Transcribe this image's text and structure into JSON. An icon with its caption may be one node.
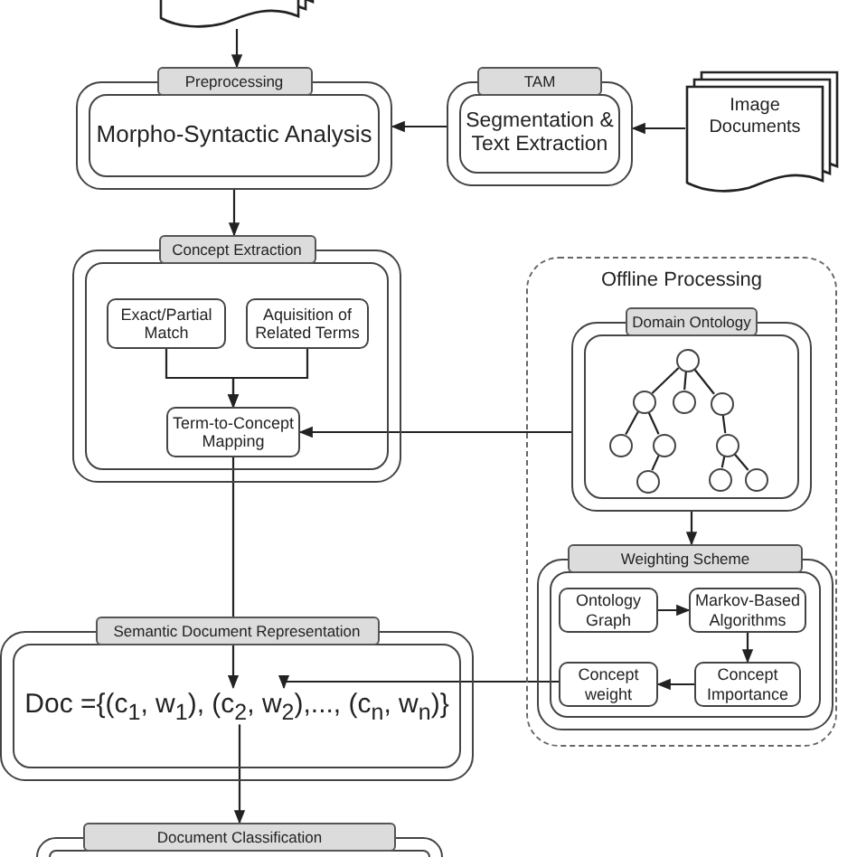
{
  "diagram": {
    "nodes": [
      {
        "text": [],
        "shape": "document"
      },
      {
        "text": [
          "Preprocessing",
          "Morpho-Syntactic Analysis"
        ]
      },
      {
        "text": [
          "TAM",
          "Segmentation & Text Extraction"
        ]
      },
      {
        "text": [
          "Image Documents"
        ]
      },
      {
        "text": [
          "Concept Extraction"
        ]
      },
      {
        "text": [
          "Exact/Partial Match"
        ],
        "in": 4
      },
      {
        "text": [
          "Aquisition of Related Terms"
        ],
        "in": 4
      },
      {
        "text": [
          "Term-to-Concept Mapping"
        ],
        "in": 4
      },
      {
        "text": [
          "Offline Processing"
        ]
      },
      {
        "text": [
          "Domain Ontology"
        ],
        "in": 8
      },
      {
        "text": [],
        "shape": "circle",
        "in": 9
      },
      {
        "text": [],
        "shape": "circle",
        "in": 9
      },
      {
        "text": [],
        "shape": "circle",
        "in": 9
      },
      {
        "text": [],
        "shape": "circle",
        "in": 9
      },
      {
        "text": [],
        "shape": "circle",
        "in": 9
      },
      {
        "text": [],
        "shape": "circle",
        "in": 9
      },
      {
        "text": [],
        "shape": "circle",
        "in": 9
      },
      {
        "text": [],
        "shape": "circle",
        "in": 9
      },
      {
        "text": [],
        "shape": "circle",
        "in": 9
      },
      {
        "text": [],
        "shape": "circle",
        "in": 9
      },
      {
        "text": [
          "Weighting Scheme"
        ],
        "in": 8
      },
      {
        "text": [
          "Ontology Graph"
        ],
        "in": 20
      },
      {
        "text": [
          "Markov-Based Algorithms"
        ],
        "in": 20
      },
      {
        "text": [
          "Concept weight"
        ],
        "in": 20
      },
      {
        "text": [
          "Concept Importance"
        ],
        "in": 20
      },
      {
        "text": [
          "Semantic Document Representation",
          "Doc ={(c$_{1}$, w$_{1}$), (c$_{2}$, w$_{2}$),..., (c$_{n}$, w$_{n}$)}"
        ]
      },
      {
        "text": [
          "Document Classification"
        ]
      }
    ],
    "edges": [
      {
        "from": 0,
        "to": 1,
        "arrow": "to"
      },
      {
        "from": 3,
        "to": 2,
        "arrow": "to"
      },
      {
        "from": 2,
        "to": 1,
        "arrow": "to"
      },
      {
        "from": 1,
        "to": 4,
        "arrow": "to"
      },
      {
        "from": 5,
        "to": 7,
        "arrow": "to"
      },
      {
        "from": 6,
        "to": 7,
        "arrow": "to"
      },
      {
        "from": 9,
        "to": 7,
        "arrow": "to"
      },
      {
        "from": 7,
        "to": 25,
        "arrow": "to"
      },
      {
        "from": 9,
        "to": 20,
        "arrow": "to"
      },
      {
        "from": 21,
        "to": 22,
        "arrow": "to"
      },
      {
        "from": 22,
        "to": 24,
        "arrow": "to"
      },
      {
        "from": 24,
        "to": 23,
        "arrow": "to"
      },
      {
        "from": 23,
        "to": 25,
        "arrow": "to"
      },
      {
        "from": 25,
        "to": 26,
        "arrow": "to"
      },
      {
        "from": 10,
        "to": 11,
        "arrow": "none"
      },
      {
        "from": 10,
        "to": 12,
        "arrow": "none"
      },
      {
        "from": 10,
        "to": 13,
        "arrow": "none"
      },
      {
        "from": 11,
        "to": 14,
        "arrow": "none"
      },
      {
        "from": 11,
        "to": 15,
        "arrow": "none"
      },
      {
        "from": 13,
        "to": 16,
        "arrow": "none"
      },
      {
        "from": 15,
        "to": 17,
        "arrow": "none"
      },
      {
        "from": 16,
        "to": 18,
        "arrow": "none"
      },
      {
        "from": 16,
        "to": 19,
        "arrow": "none"
      }
    ]
  }
}
